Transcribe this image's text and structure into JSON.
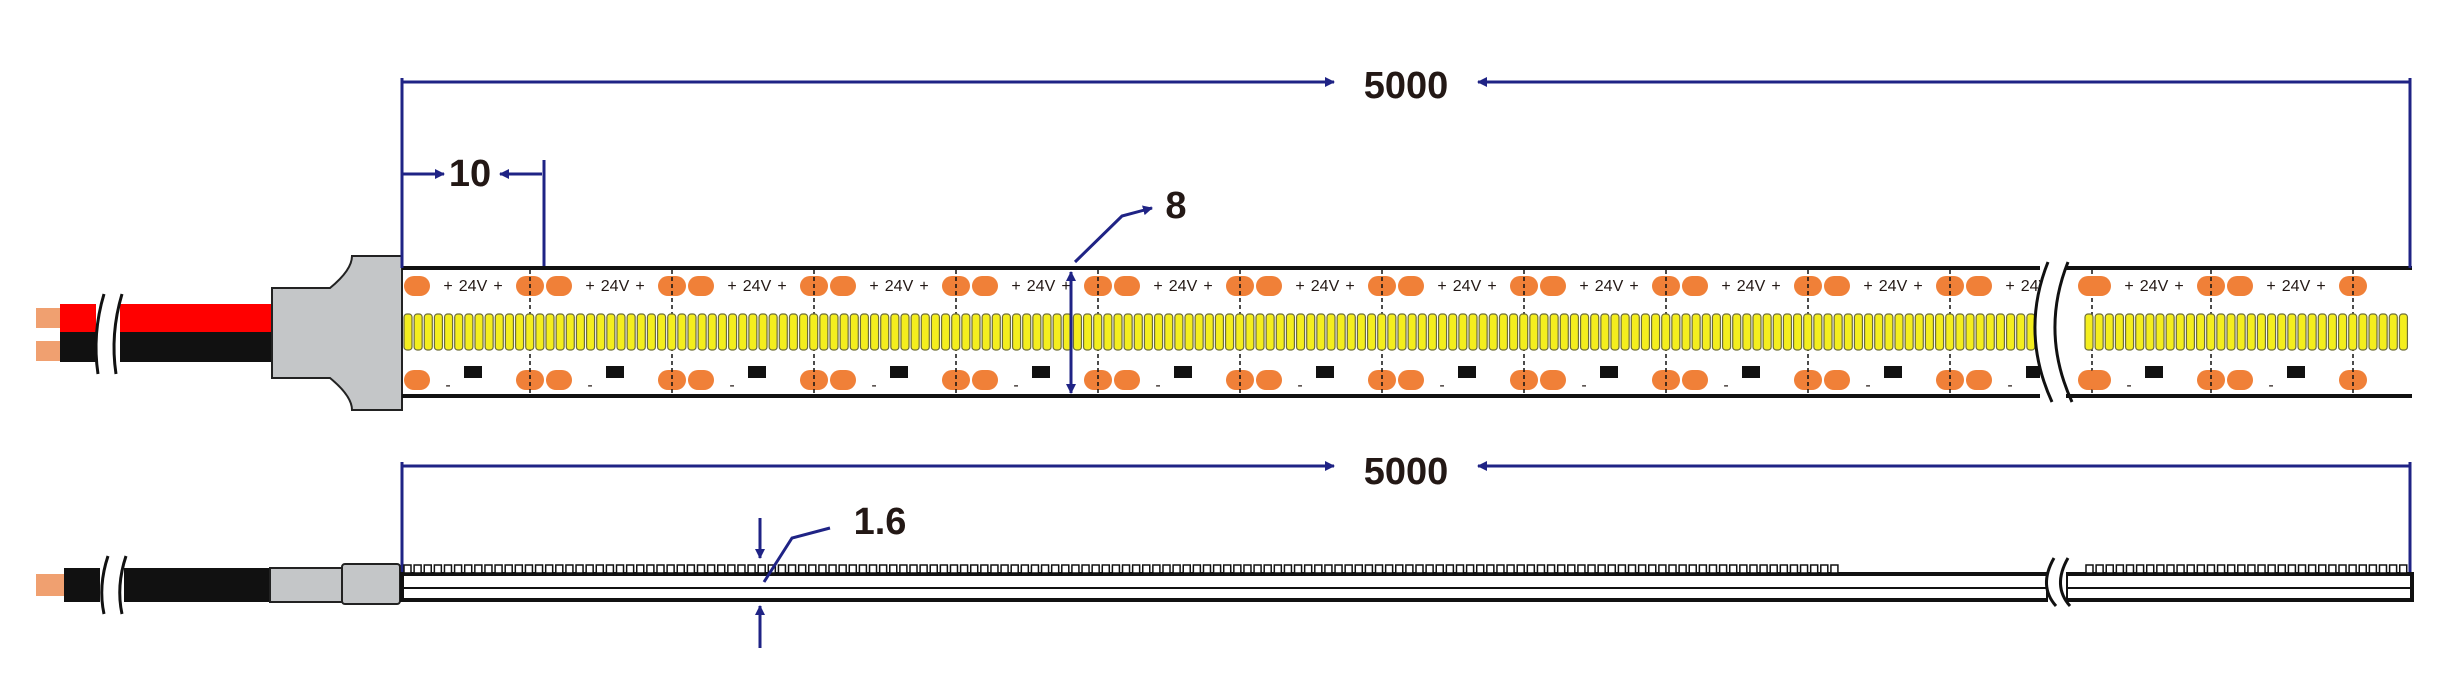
{
  "dimensions": {
    "top_length": "5000",
    "segment": "10",
    "width": "8",
    "bottom_length": "5000",
    "thickness": "1.6"
  },
  "labels": {
    "voltage": "24V",
    "plus": "+",
    "minus": "-"
  },
  "strip": {
    "leds_per_segment": 14,
    "segments_first_run": 12,
    "segments_second_run": 2,
    "profile_chips": 142
  },
  "colors": {
    "dimension": "#1f2385",
    "pad": "#f08038",
    "led_chip": "#f4ee1e",
    "cable_red": "#ff0000",
    "cable_black": "#111111",
    "copper": "#f0a070",
    "connector": "#c4c6c8"
  }
}
